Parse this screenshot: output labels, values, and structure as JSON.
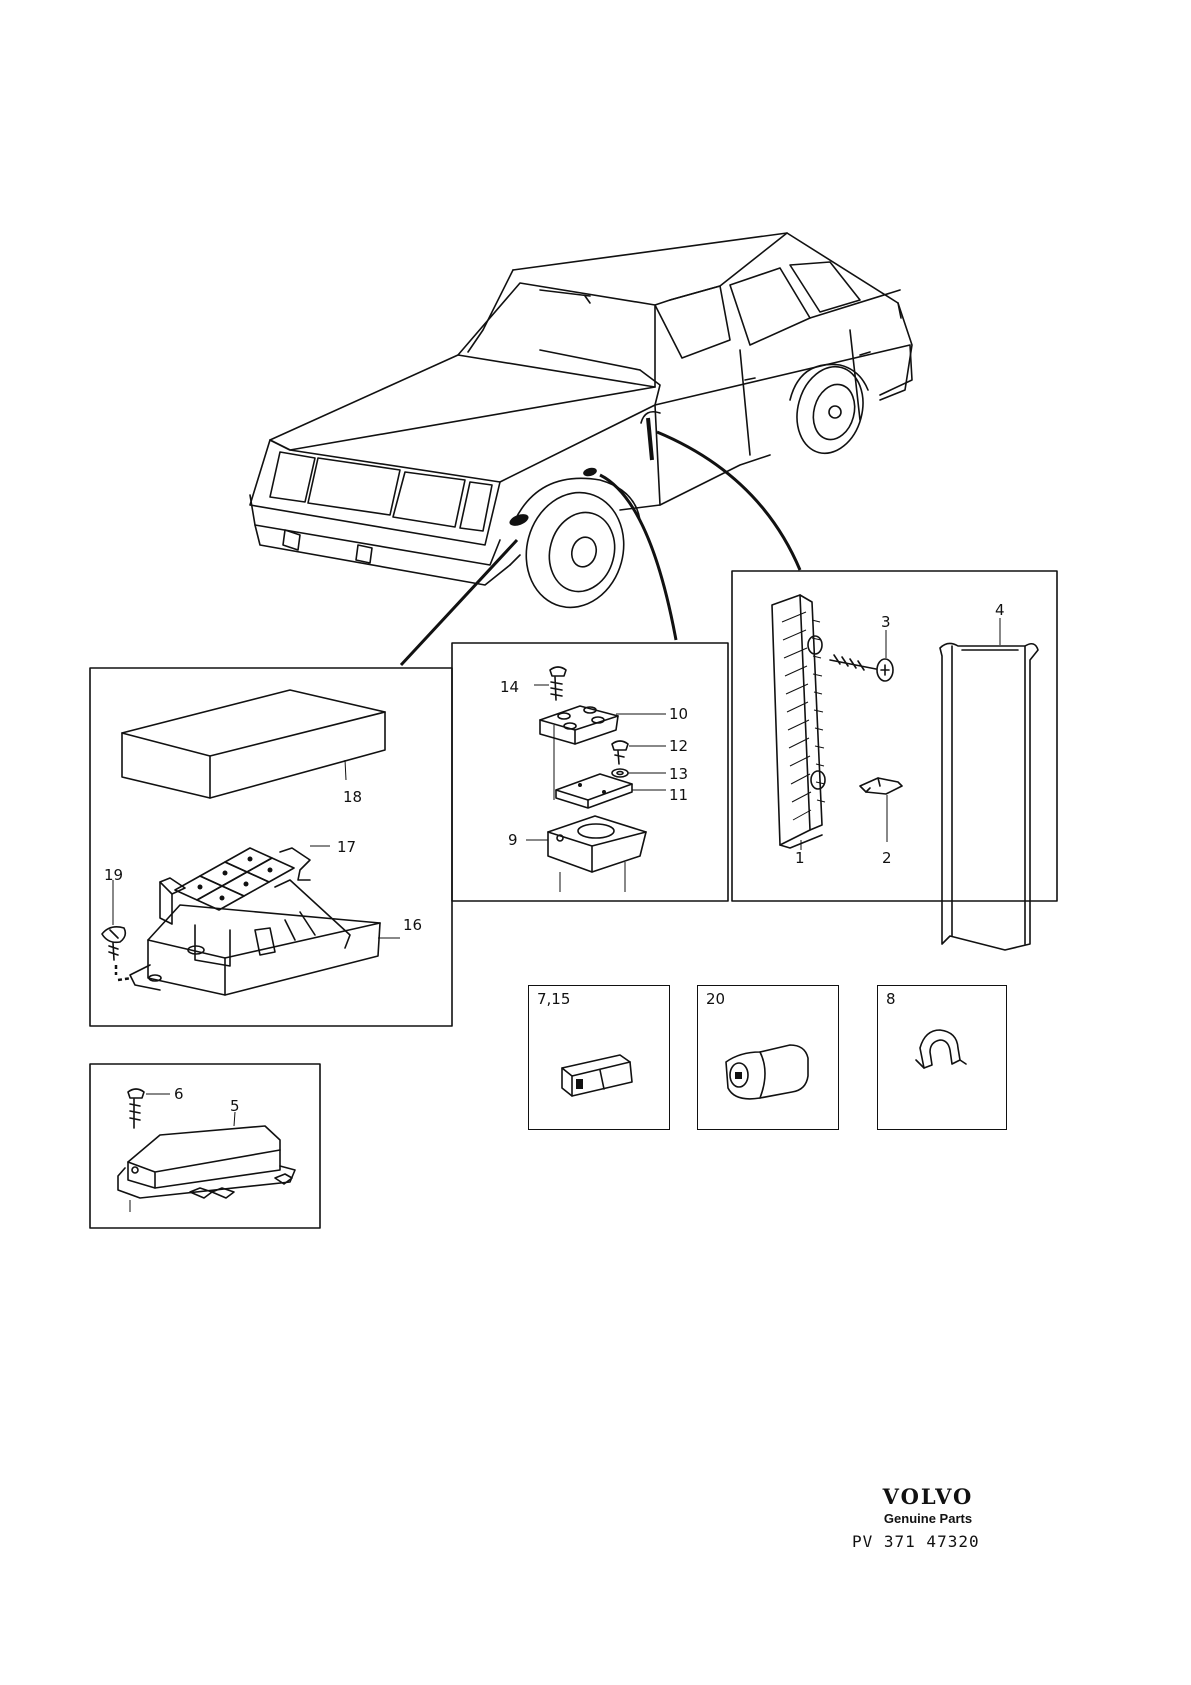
{
  "callouts": {
    "c1": "1",
    "c2": "2",
    "c3": "3",
    "c4": "4",
    "c5": "5",
    "c6": "6",
    "c9": "9",
    "c10": "10",
    "c11": "11",
    "c12": "12",
    "c13": "13",
    "c14": "14",
    "c16": "16",
    "c17": "17",
    "c18": "18",
    "c19": "19"
  },
  "boxes": {
    "b715": "7,15",
    "b20": "20",
    "b8": "8"
  },
  "brand": {
    "logo": "VOLVO",
    "tagline": "Genuine Parts",
    "part_number": "PV 371 47320"
  },
  "colors": {
    "ink": "#111111",
    "paper": "#ffffff"
  }
}
